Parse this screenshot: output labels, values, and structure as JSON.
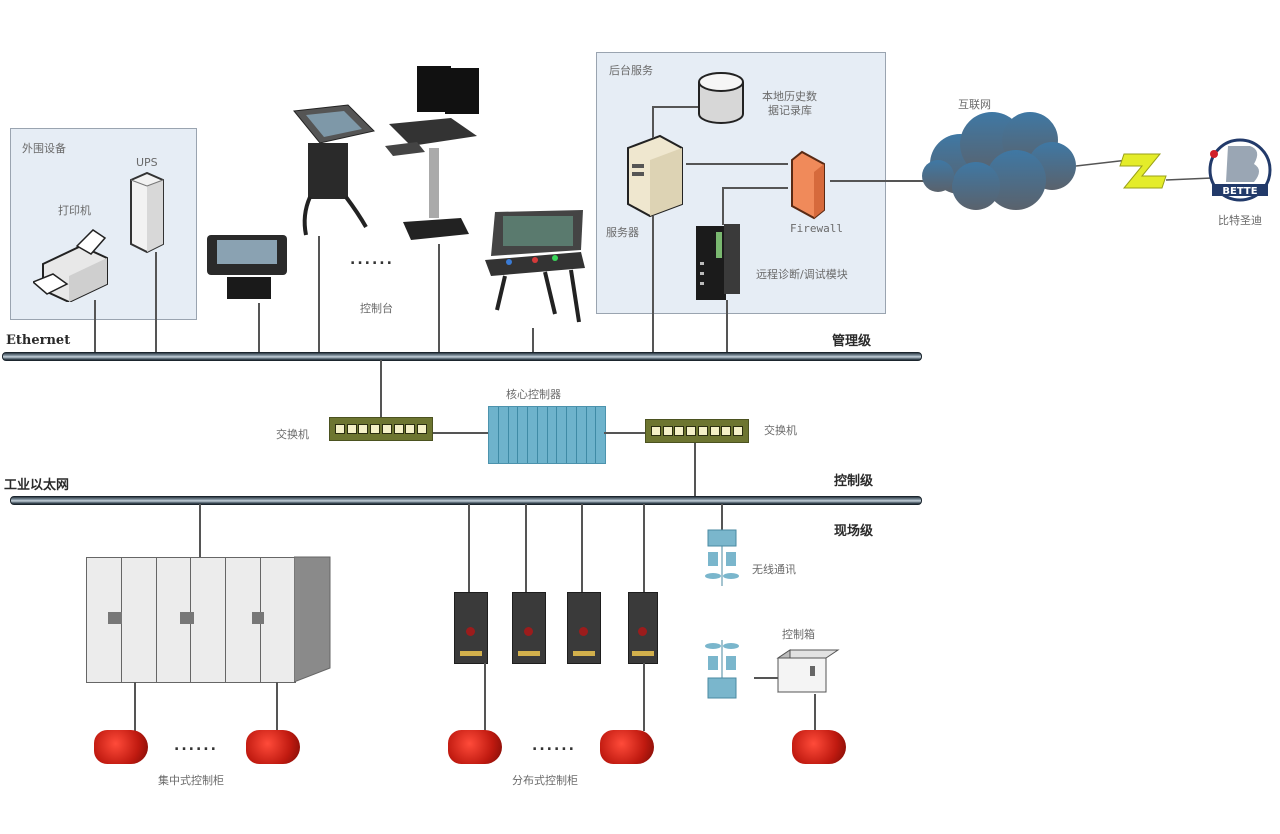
{
  "diagram": {
    "type": "industrial-control-network-architecture",
    "groups": {
      "peripherals": {
        "title": "外围设备",
        "printer": "打印机",
        "ups": "UPS"
      },
      "backend": {
        "title": "后台服务",
        "database": "本地历史数据记录库",
        "database_line1": "本地历史数",
        "database_line2": "据记录库",
        "server": "服务器",
        "firewall": "Firewall",
        "remote_module": "远程诊断/调试模块"
      }
    },
    "consoles_label": "控制台",
    "ellipsis": "......",
    "internet": {
      "cloud_label": "互联网",
      "company_logo_text": "BETTE",
      "company_label": "比特圣迪"
    },
    "buses": {
      "ethernet": {
        "label": "Ethernet",
        "level": "管理级"
      },
      "industrial_ethernet": {
        "label": "工业以太网",
        "level_above": "控制级",
        "level_below": "现场级"
      }
    },
    "control_layer": {
      "switch_left": "交换机",
      "core_controller": "核心控制器",
      "switch_right": "交换机"
    },
    "field_layer": {
      "centralized": "集中式控制柜",
      "distributed": "分布式控制柜",
      "wireless": "无线通讯",
      "control_box": "控制箱"
    },
    "colors": {
      "panel_bg": "#e6edf5",
      "switch": "#6d7530",
      "plc": "#6eb3cc",
      "motor": "#c01a10",
      "firewall": "#f08a5a",
      "cloud": "#4a7090"
    }
  }
}
